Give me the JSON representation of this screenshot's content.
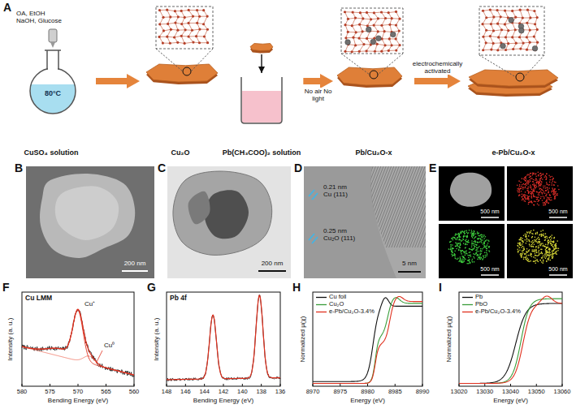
{
  "diagram": {
    "nodes": [
      {
        "text": [
          "CuSO₄ solution"
        ]
      },
      {
        "text": [
          "Cu₂O"
        ]
      },
      {
        "text": [
          "Pb(CH₃COO)₂ solution"
        ]
      },
      {
        "text": [
          "Pb/Cu₂O-x"
        ]
      },
      {
        "text": [
          "e-Pb/Cu₂O-x"
        ]
      }
    ],
    "edges": [
      {
        "from": 0,
        "to": 1,
        "arrow": "to"
      },
      {
        "from": 2,
        "to": 3,
        "arrow": "to",
        "label": "No air No light"
      },
      {
        "from": 3,
        "to": 4,
        "arrow": "to",
        "label": "electrochemically activated"
      }
    ],
    "labels": [
      "A",
      "OA, EtOH NaOH, Glucose",
      "80°C",
      "B",
      "200 nm",
      "C",
      "200 nm",
      "D",
      "0.21 nm Cu (111)",
      "0.25 nm Cu₂O (111)",
      "5 nm",
      "E",
      "500 nm",
      "500 nm",
      "500 nm",
      "500 nm",
      "F",
      "Cu LMM",
      "Cu⁺",
      "Cu⁰",
      "580",
      "575",
      "570",
      "565",
      "560",
      "Bending Energy (eV)",
      "Intensity (a. u.)",
      "G",
      "Pb 4f",
      "148",
      "146",
      "144",
      "142",
      "140",
      "138",
      "136",
      "Bending Energy (eV)",
      "Intensity (a. u.)",
      "H",
      "8970",
      "8975",
      "8980",
      "8985",
      "8990",
      "Energy (eV)",
      "Normalized μ(χ)",
      "I",
      "13020",
      "13030",
      "13040",
      "13050",
      "13060",
      "Energy (eV)",
      "Normalized μ(χ)"
    ],
    "legend": [
      {
        "text": "Cu foil"
      },
      {
        "text": "Cu₂O"
      },
      {
        "text": "e-Pb/Cu₂O-3.4%"
      },
      {
        "text": "Pb"
      },
      {
        "text": "PbO"
      },
      {
        "text": "e-Pb/Cu₂O-3.4%"
      }
    ]
  }
}
